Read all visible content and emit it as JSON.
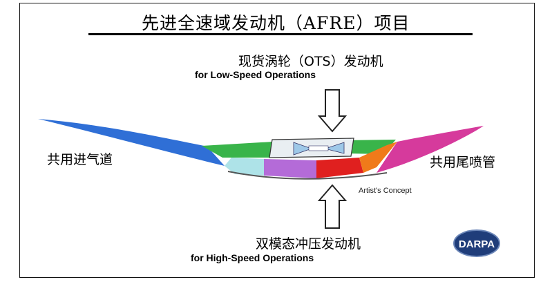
{
  "title": "先进全速域发动机（AFRE）项目",
  "top_engine": {
    "label_cn": "现货涡轮（OTS）发动机",
    "label_en": "for Low-Speed Operations"
  },
  "bottom_engine": {
    "label_cn": "双模态冲压发动机",
    "label_en": "for High-Speed Operations"
  },
  "inlet_label": "共用进气道",
  "nozzle_label": "共用尾喷管",
  "caption": "Artist's Concept",
  "logo_text": "DARPA",
  "colors": {
    "inlet_blue": "#2f6fd6",
    "green": "#39b44a",
    "cyan": "#aee3e8",
    "purple": "#b46bd8",
    "red": "#e0201f",
    "orange": "#f07a1a",
    "magenta": "#d63a9c",
    "logo_blue": "#1f3d7a"
  }
}
